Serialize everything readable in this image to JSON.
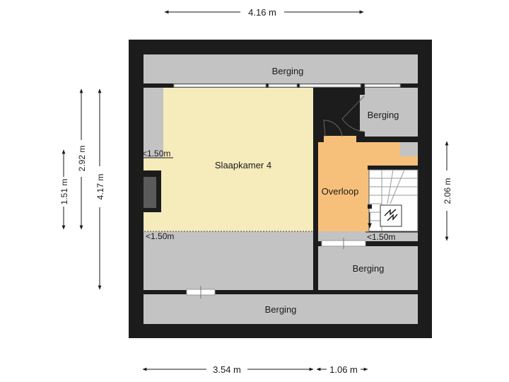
{
  "rooms": {
    "berging_top": "Berging",
    "berging_small": "Berging",
    "slaapkamer": "Slaapkamer 4",
    "overloop": "Overloop",
    "berging_right": "Berging",
    "berging_bottom": "Berging"
  },
  "notes": {
    "height_left_top": "<1.50m",
    "height_left_bottom": "<1.50m",
    "height_overloop": "<1.50m"
  },
  "dimensions": {
    "top_width": "4.16 m",
    "left_inner": "1.51 m",
    "left_mid": "2.92 m",
    "left_outer": "4.17 m",
    "right_height": "2.06 m",
    "bottom_left": "3.54 m",
    "bottom_right": "1.06 m"
  },
  "colors": {
    "wall": "#1c1c1c",
    "storage": "#c3c3c3",
    "bedroom": "#f5ebbb",
    "landing": "#f7c07a",
    "stairs": "#ffffff"
  }
}
